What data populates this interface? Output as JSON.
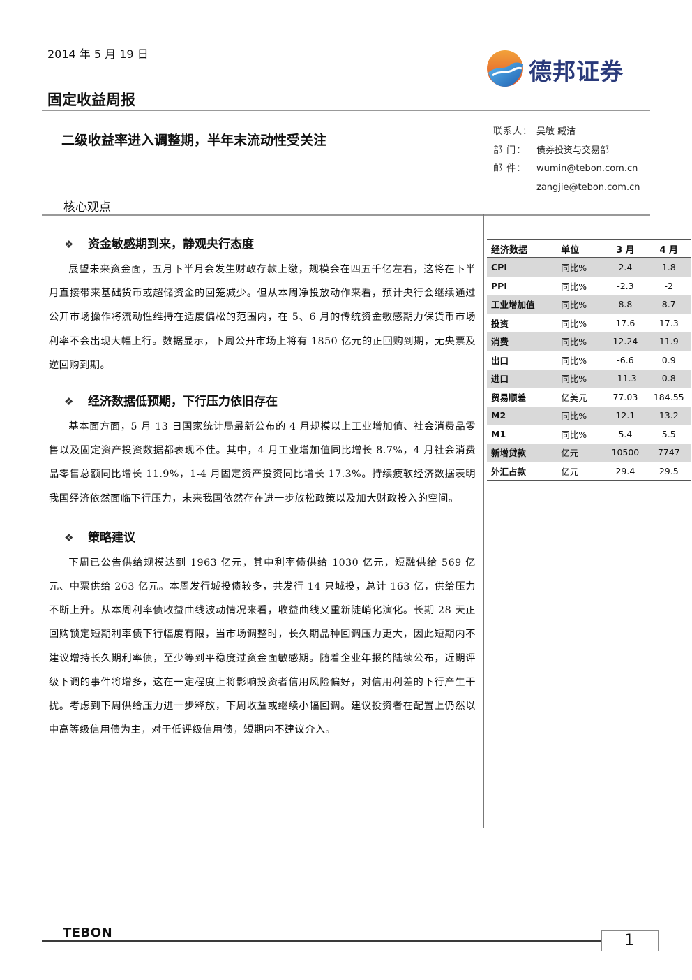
{
  "header": {
    "date": "2014 年 5 月 19 日",
    "report_type": "固定收益周报",
    "logo_text": "德邦证券"
  },
  "title": "二级收益率进入调整期，半年末流动性受关注",
  "contact": {
    "person_label": "联系人：",
    "person_value": "吴敏  臧洁",
    "dept_label": "部    门：",
    "dept_value": "债券投资与交易部",
    "mail_label": "邮    件：",
    "mail_value_1": "wumin@tebon.com.cn",
    "mail_value_2": "zangjie@tebon.com.cn"
  },
  "core_heading": "核心观点",
  "sections": [
    {
      "heading": "资金敏感期到来，静观央行态度",
      "body": "展望未来资金面，五月下半月会发生财政存款上缴，规模会在四五千亿左右，这将在下半月直接带来基础货币或超储资金的回笼减少。但从本周净投放动作来看，预计央行会继续通过公开市场操作将流动性维持在适度偏松的范围内，在 5、6 月的传统资金敏感期力保货币市场利率不会出现大幅上行。数据显示，下周公开市场上将有 1850 亿元的正回购到期，无央票及逆回购到期。"
    },
    {
      "heading": "经济数据低预期，下行压力依旧存在",
      "body": "基本面方面，5 月 13 日国家统计局最新公布的 4 月规模以上工业增加值、社会消费品零售以及固定资产投资数据都表现不佳。其中，4 月工业增加值同比增长 8.7%，4 月社会消费品零售总额同比增长 11.9%，1-4 月固定资产投资同比增长 17.3%。持续疲软经济数据表明我国经济依然面临下行压力，未来我国依然存在进一步放松政策以及加大财政投入的空间。"
    },
    {
      "heading": "策略建议",
      "body": "下周已公告供给规模达到 1963 亿元，其中利率债供给 1030 亿元，短融供给 569 亿元、中票供给 263 亿元。本周发行城投债较多，共发行 14 只城投，总计 163 亿，供给压力不断上升。从本周利率债收益曲线波动情况来看，收益曲线又重新陡峭化演化。长期 28 天正回购锁定短期利率债下行幅度有限，当市场调整时，长久期品种回调压力更大，因此短期内不建议增持长久期利率债，至少等到平稳度过资金面敏感期。随着企业年报的陆续公布，近期评级下调的事件将增多，这在一定程度上将影响投资者信用风险偏好，对信用利差的下行产生干扰。考虑到下周供给压力进一步释放，下周收益或继续小幅回调。建议投资者在配置上仍然以中高等级信用债为主，对于低评级信用债，短期内不建议介入。"
    }
  ],
  "econ_table": {
    "headers": [
      "经济数据",
      "单位",
      "3 月",
      "4 月"
    ],
    "rows": [
      [
        "CPI",
        "同比%",
        "2.4",
        "1.8"
      ],
      [
        "PPI",
        "同比%",
        "-2.3",
        "-2"
      ],
      [
        "工业增加值",
        "同比%",
        "8.8",
        "8.7"
      ],
      [
        "投资",
        "同比%",
        "17.6",
        "17.3"
      ],
      [
        "消费",
        "同比%",
        "12.24",
        "11.9"
      ],
      [
        "出口",
        "同比%",
        "-6.6",
        "0.9"
      ],
      [
        "进口",
        "同比%",
        "-11.3",
        "0.8"
      ],
      [
        "贸易顺差",
        "亿美元",
        "77.03",
        "184.55"
      ],
      [
        "M2",
        "同比%",
        "12.1",
        "13.2"
      ],
      [
        "M1",
        "同比%",
        "5.4",
        "5.5"
      ],
      [
        "新增贷款",
        "亿元",
        "10500",
        "7747"
      ],
      [
        "外汇占款",
        "亿元",
        "29.4",
        "29.5"
      ]
    ],
    "shade_color": "#d9d9d9"
  },
  "footer": {
    "brand": "TEBON",
    "page": "1"
  },
  "colors": {
    "logo_blue": "#2a3a7a",
    "logo_orange": "#e8742a",
    "logo_sky": "#2f8fd6"
  }
}
